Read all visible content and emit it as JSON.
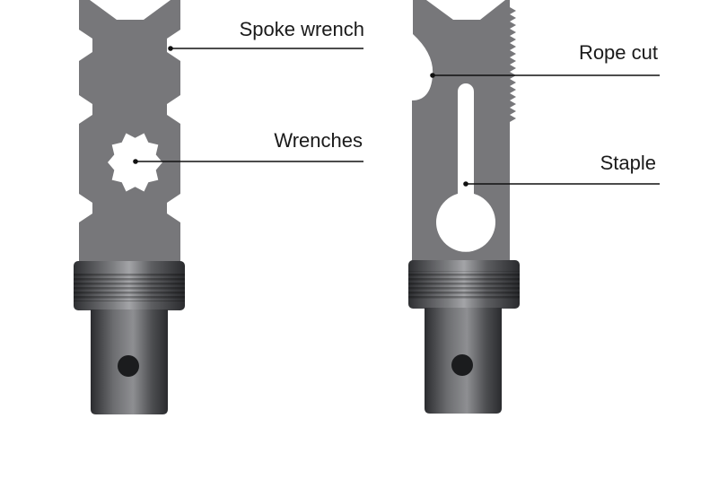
{
  "callouts": {
    "spoke_wrench": "Spoke wrench",
    "wrenches": "Wrenches",
    "rope_cut": "Rope cut",
    "staple": "Staple"
  },
  "colors": {
    "blade_gray": "#77777a",
    "metal_dark": "#3c3d40",
    "metal_light": "#8c8d90",
    "leader_line": "#111111"
  }
}
